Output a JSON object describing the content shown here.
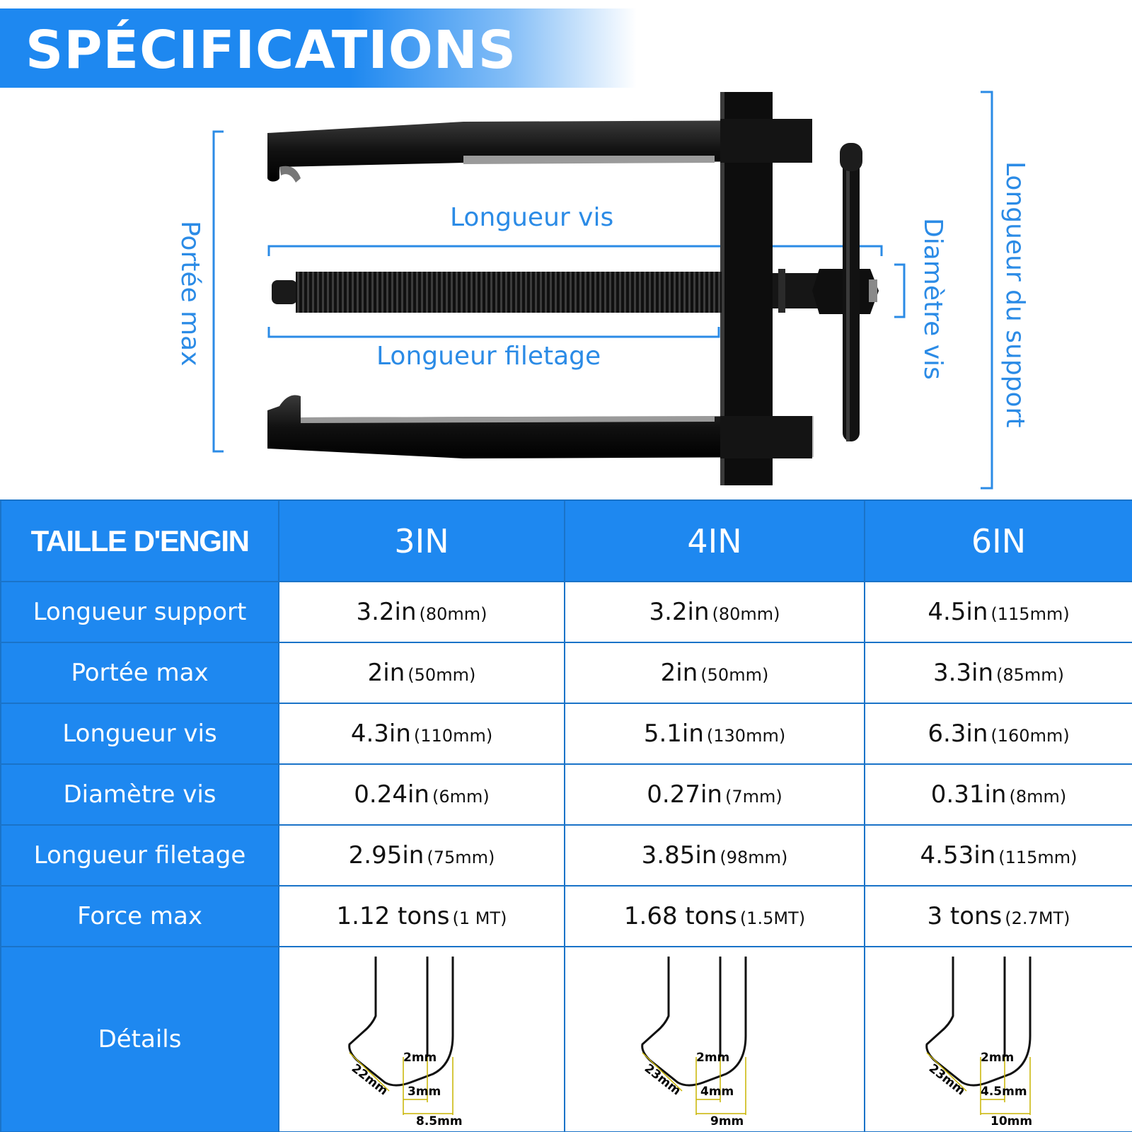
{
  "banner": {
    "title": "SPÉCIFICATIONS"
  },
  "diagram": {
    "label_reach": "Portée max",
    "label_screw_length": "Longueur vis",
    "label_thread_length": "Longueur filetage",
    "label_screw_diameter": "Diamètre vis",
    "label_support_length": "Longueur du support"
  },
  "table": {
    "corner_header": "TAILLE D'ENGIN",
    "sizes": [
      "3IN",
      "4IN",
      "6IN"
    ],
    "rows": [
      {
        "label": "Longueur support",
        "values": [
          [
            "3.2in",
            "(80mm)"
          ],
          [
            "3.2in",
            "(80mm)"
          ],
          [
            "4.5in",
            "(115mm)"
          ]
        ]
      },
      {
        "label": "Portée max",
        "values": [
          [
            "2in",
            "(50mm)"
          ],
          [
            "2in",
            "(50mm)"
          ],
          [
            "3.3in",
            "(85mm)"
          ]
        ]
      },
      {
        "label": "Longueur vis",
        "values": [
          [
            "4.3in",
            "(110mm)"
          ],
          [
            "5.1in",
            "(130mm)"
          ],
          [
            "6.3in",
            "(160mm)"
          ]
        ]
      },
      {
        "label": "Diamètre vis",
        "values": [
          [
            "0.24in",
            "(6mm)"
          ],
          [
            "0.27in",
            "(7mm)"
          ],
          [
            "0.31in",
            "(8mm)"
          ]
        ]
      },
      {
        "label": "Longueur filetage",
        "values": [
          [
            "2.95in",
            "(75mm)"
          ],
          [
            "3.85in",
            "(98mm)"
          ],
          [
            "4.53in",
            "(115mm)"
          ]
        ]
      },
      {
        "label": "Force max",
        "values": [
          [
            "1.12 tons",
            "(1 MT)"
          ],
          [
            "1.68 tons",
            "(1.5MT)"
          ],
          [
            "3 tons",
            "(2.7MT)"
          ]
        ]
      }
    ],
    "details_label": "Détails",
    "details": [
      {
        "tip": "2mm",
        "side": "22mm",
        "inner": "3mm",
        "outer": "8.5mm"
      },
      {
        "tip": "2mm",
        "side": "23mm",
        "inner": "4mm",
        "outer": "9mm"
      },
      {
        "tip": "2mm",
        "side": "23mm",
        "inner": "4.5mm",
        "outer": "10mm"
      }
    ]
  },
  "colors": {
    "accent": "#1e88f0",
    "dimension": "#2b8be6",
    "tool": "#151515"
  }
}
